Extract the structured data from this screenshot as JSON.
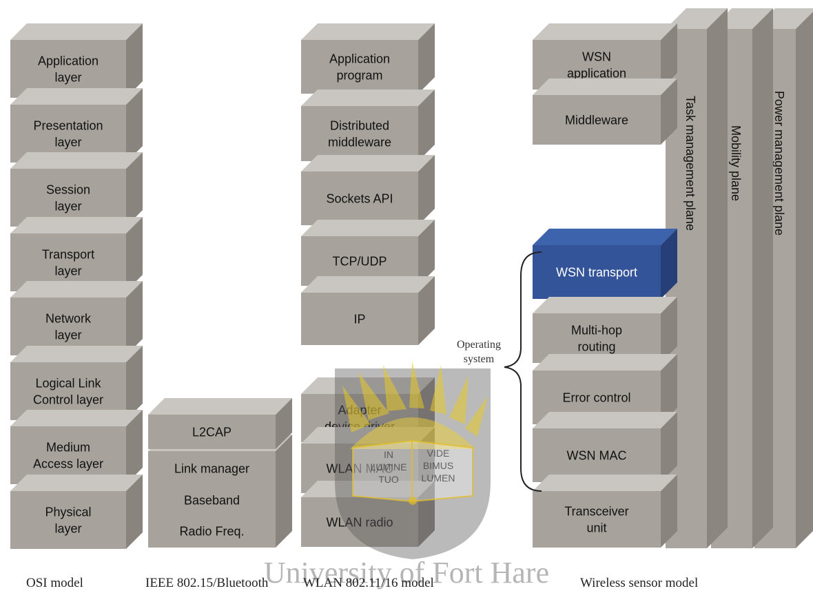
{
  "osi": {
    "caption": "OSI model",
    "layers": [
      {
        "line1": "Application",
        "line2": "layer"
      },
      {
        "line1": "Presentation",
        "line2": "layer"
      },
      {
        "line1": "Session",
        "line2": "layer"
      },
      {
        "line1": "Transport",
        "line2": "layer"
      },
      {
        "line1": "Network",
        "line2": "layer"
      },
      {
        "line1": "Logical Link",
        "line2": "Control layer"
      },
      {
        "line1": "Medium",
        "line2": "Access layer"
      },
      {
        "line1": "Physical",
        "line2": "layer"
      }
    ]
  },
  "bluetooth": {
    "caption": "IEEE 802.15/Bluetooth",
    "layers": [
      "L2CAP",
      "Link manager",
      "Baseband",
      "Radio Freq."
    ]
  },
  "wlan": {
    "caption": "WLAN 802.11/16 model",
    "layers": [
      {
        "line1": "Application",
        "line2": "program"
      },
      {
        "line1": "Distributed",
        "line2": "middleware"
      },
      {
        "line1": "Sockets API",
        "line2": ""
      },
      {
        "line1": "TCP/UDP",
        "line2": ""
      },
      {
        "line1": "IP",
        "line2": ""
      },
      {
        "line1": "Adapter",
        "line2": "device driver"
      },
      {
        "line1": "WLAN MAC",
        "line2": ""
      },
      {
        "line1": "WLAN radio",
        "line2": ""
      }
    ]
  },
  "wsn": {
    "caption": "Wireless sensor model",
    "os_label": "Operating system",
    "highlight_color": "#34549a",
    "layers": [
      {
        "line1": "WSN",
        "line2": "application"
      },
      {
        "line1": "Middleware",
        "line2": ""
      },
      {
        "line1": "WSN transport",
        "line2": ""
      },
      {
        "line1": "Multi-hop",
        "line2": "routing"
      },
      {
        "line1": "Error control",
        "line2": ""
      },
      {
        "line1": "WSN MAC",
        "line2": ""
      },
      {
        "line1": "Transceiver",
        "line2": "unit"
      }
    ],
    "planes": [
      "Task management plane",
      "Mobility plane",
      "Power management plane"
    ]
  },
  "logo": {
    "motto_left": [
      "IN",
      "LUMINE",
      "TUO"
    ],
    "motto_right": [
      "VIDE",
      "BIMUS",
      "LUMEN"
    ],
    "watermark_text": "University of Fort Hare"
  }
}
